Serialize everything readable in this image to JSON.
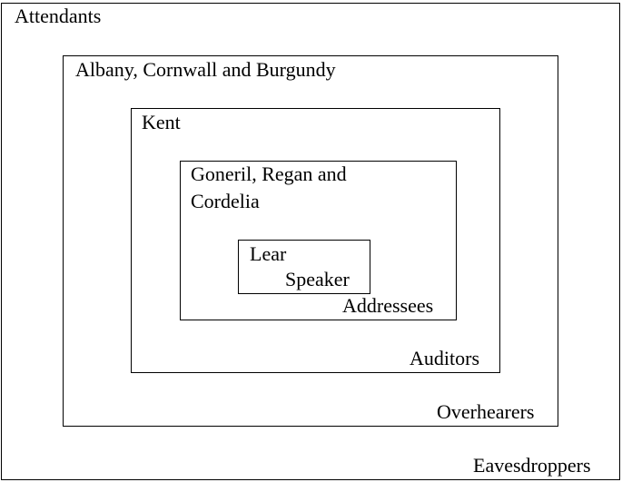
{
  "diagram": {
    "layers": [
      {
        "top_label": "Attendants",
        "bottom_label": "Eavesdroppers"
      },
      {
        "top_label": "Albany, Cornwall and Burgundy",
        "bottom_label": "Overhearers"
      },
      {
        "top_label": "Kent",
        "bottom_label": "Auditors"
      },
      {
        "top_label_line1": "Goneril, Regan and",
        "top_label_line2": "Cordelia",
        "bottom_label": "Addressees"
      },
      {
        "top_label": "Lear",
        "bottom_label": "Speaker"
      }
    ]
  }
}
